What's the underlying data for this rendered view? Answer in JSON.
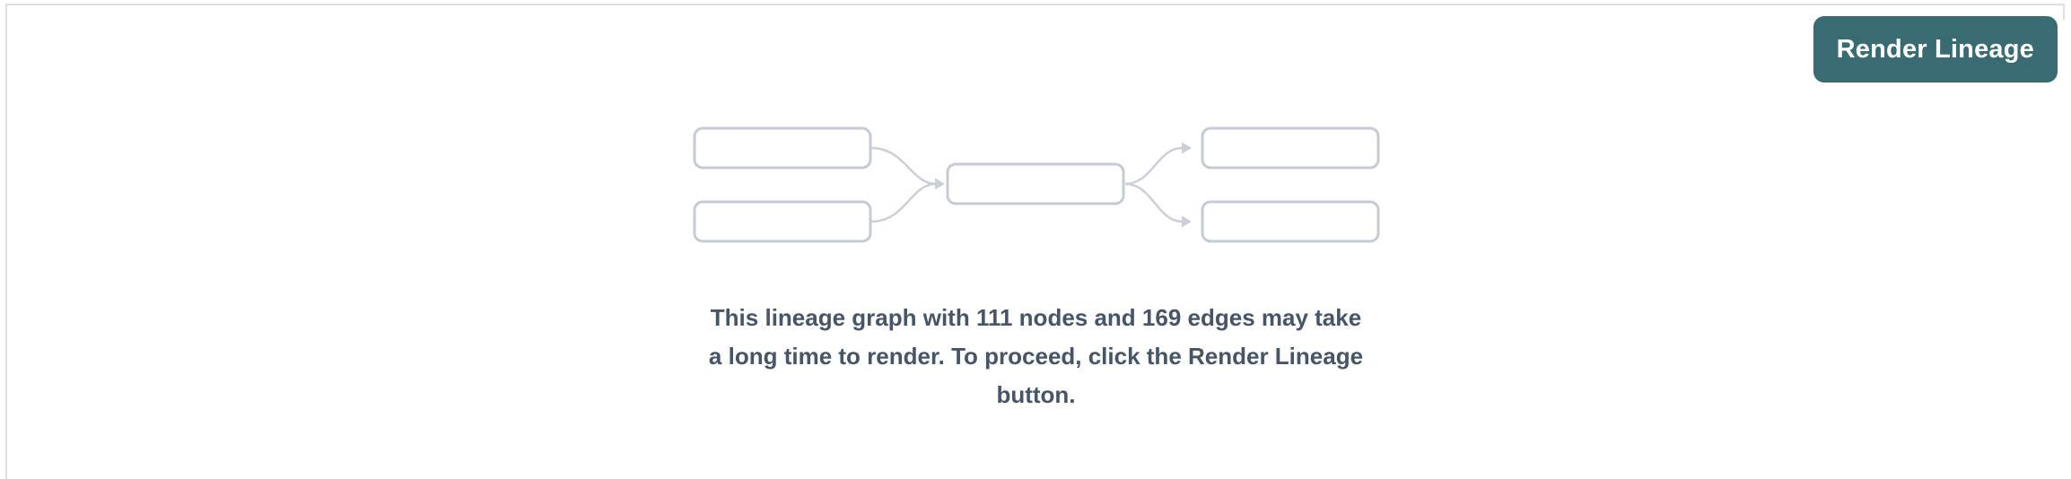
{
  "header": {
    "render_button_label": "Render Lineage"
  },
  "message": {
    "full": "This lineage graph with 111 nodes and 169 edges may take a long time to render. To proceed, click the Render Lineage button.",
    "lines": [
      "This lineage graph with 111 nodes and 169 edges may take",
      "a long time to render. To proceed, click the Render Lineage",
      "button."
    ],
    "node_count": 111,
    "edge_count": 169
  },
  "graphic": {
    "name": "lineage-graph-placeholder",
    "node_boxes": 5,
    "edge_arrows": 4
  },
  "colors": {
    "button_bg": "#396b72",
    "button_text": "#ffffff",
    "message_text": "#475569",
    "node_border": "#c5cbd4",
    "edge_stroke": "#cbd0d8",
    "panel_border": "#dee0e5"
  }
}
